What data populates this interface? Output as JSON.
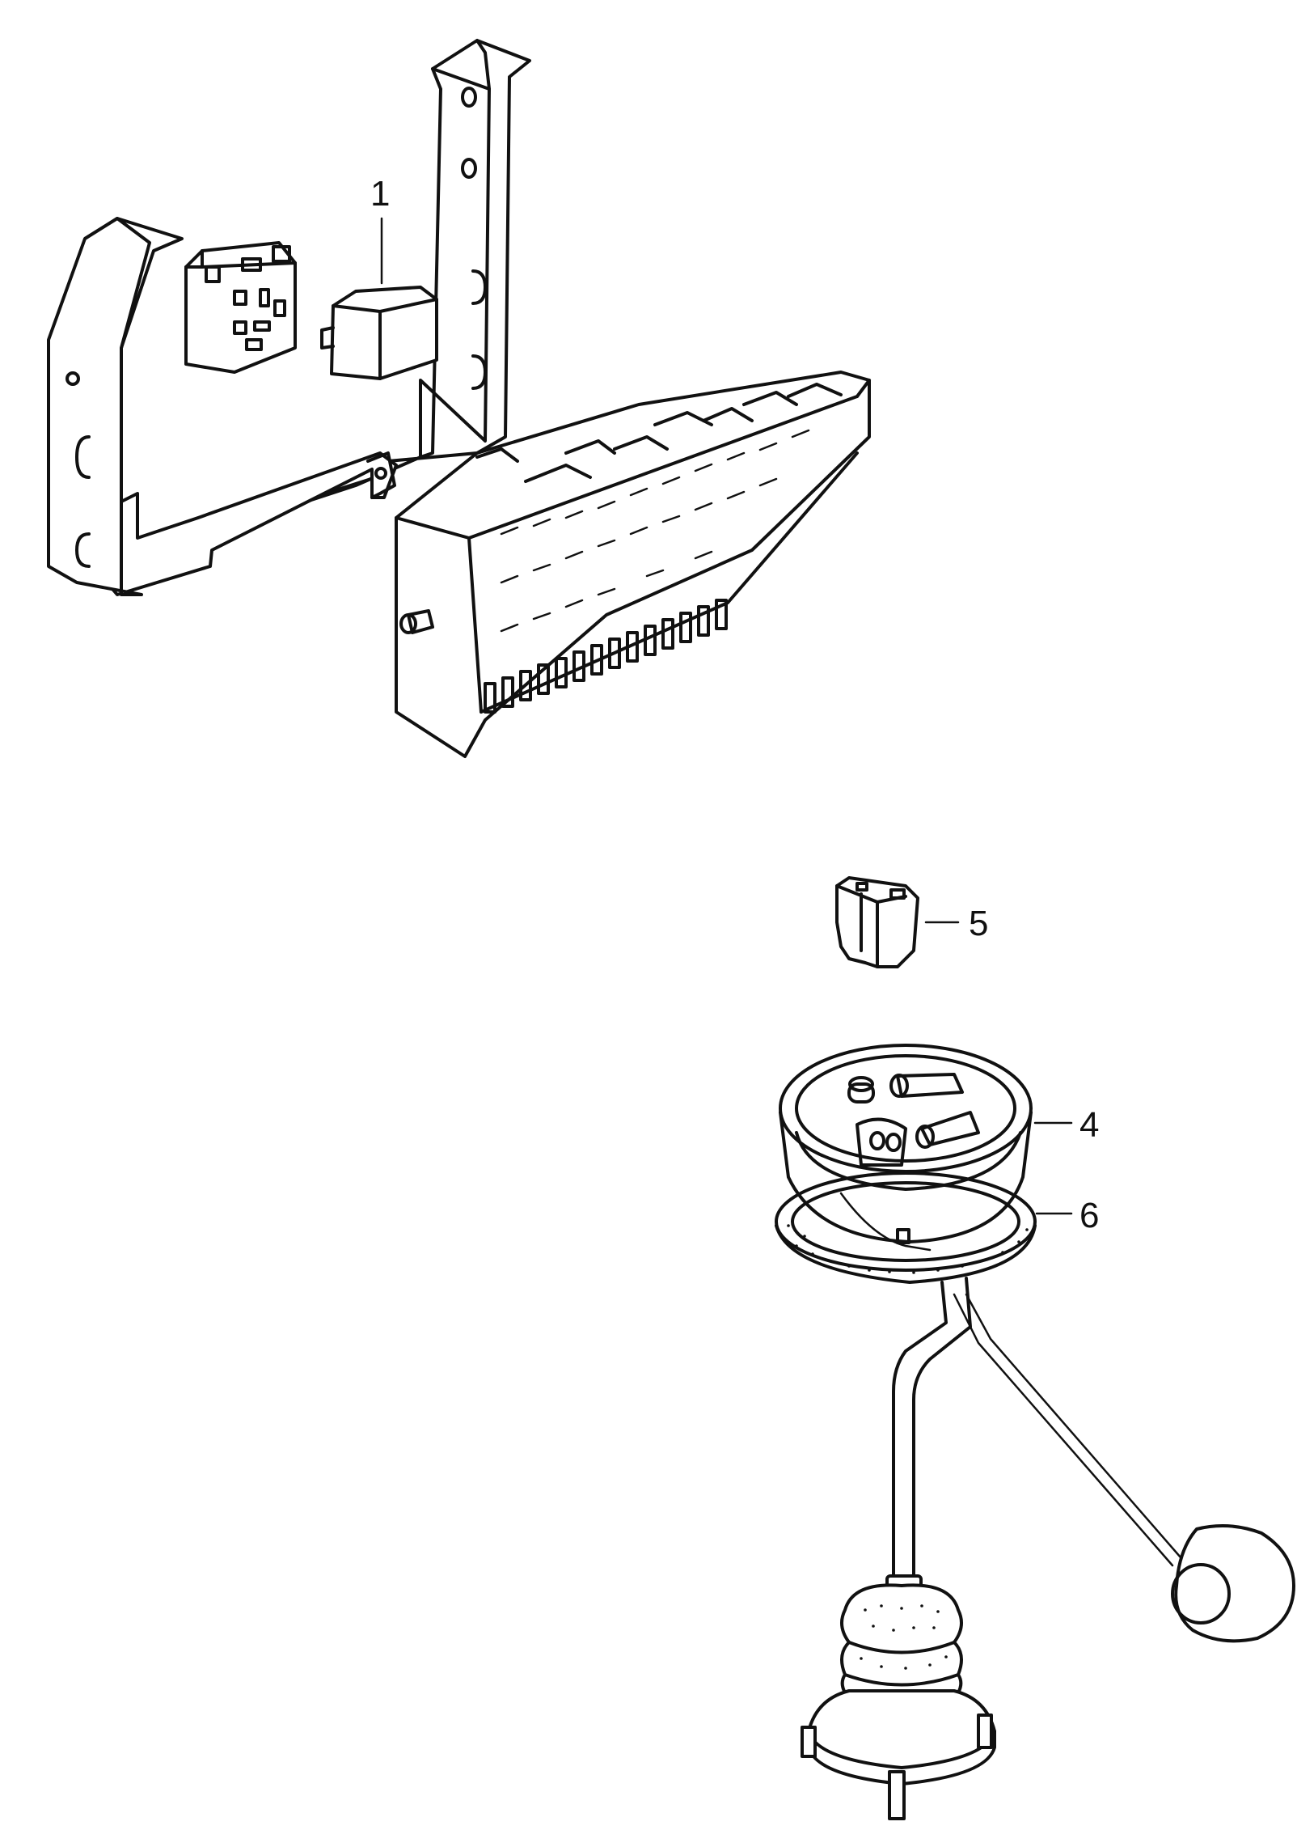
{
  "callouts": [
    {
      "id": "1",
      "label": "1"
    },
    {
      "id": "5",
      "label": "5"
    },
    {
      "id": "4",
      "label": "4"
    },
    {
      "id": "6",
      "label": "6"
    }
  ]
}
